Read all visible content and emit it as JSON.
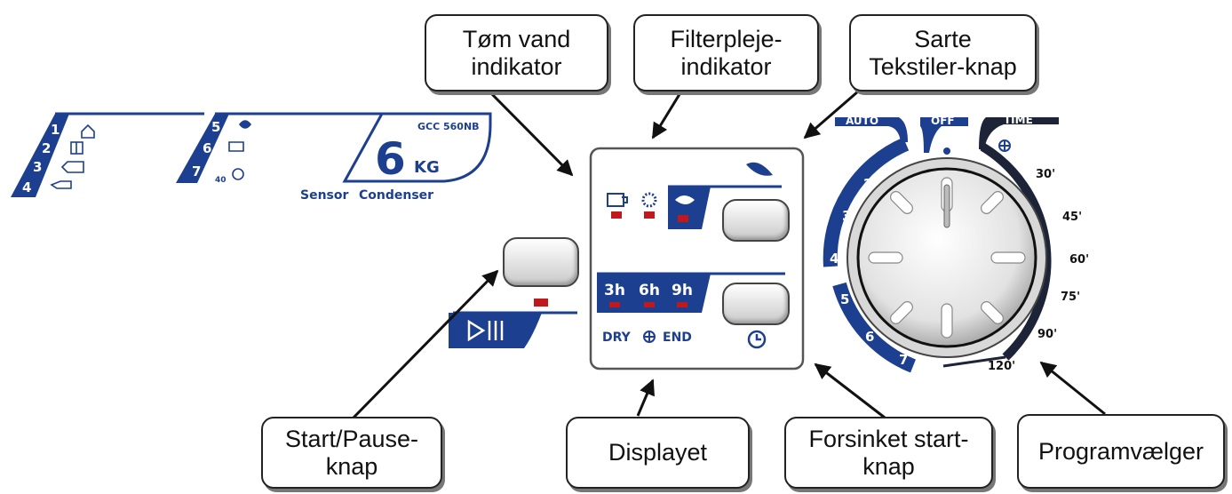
{
  "callouts": {
    "drain": "Tøm vand\nindikator",
    "filter": "Filterpleje-\nindikator",
    "delicate": "Sarte\nTekstiler-knap",
    "startpause": "Start/Pause-\nknap",
    "display": "Displayet",
    "delay": "Forsinket start-\nknap",
    "selector": "Programvælger"
  },
  "panel": {
    "model": "GCC 560NB",
    "capacity": "6",
    "capacity_unit": "KG",
    "brand_bold": "Sensor",
    "brand_rest": "Condenser",
    "program_list_left": [
      "1",
      "2",
      "3",
      "4"
    ],
    "program_list_right": [
      "5",
      "6",
      "7"
    ],
    "temp_label": "40"
  },
  "display": {
    "times": [
      "3h",
      "6h",
      "9h"
    ],
    "dry": "DRY",
    "end": "END"
  },
  "dial": {
    "auto": "AUTO",
    "off": "OFF",
    "time": "TIME",
    "programs": [
      "1",
      "2",
      "3",
      "4",
      "5",
      "6",
      "7"
    ],
    "minutes": [
      "30'",
      "45'",
      "60'",
      "75'",
      "90'",
      "120'"
    ]
  },
  "colors": {
    "accent": "#1d3f8f",
    "led": "#c0181d"
  }
}
